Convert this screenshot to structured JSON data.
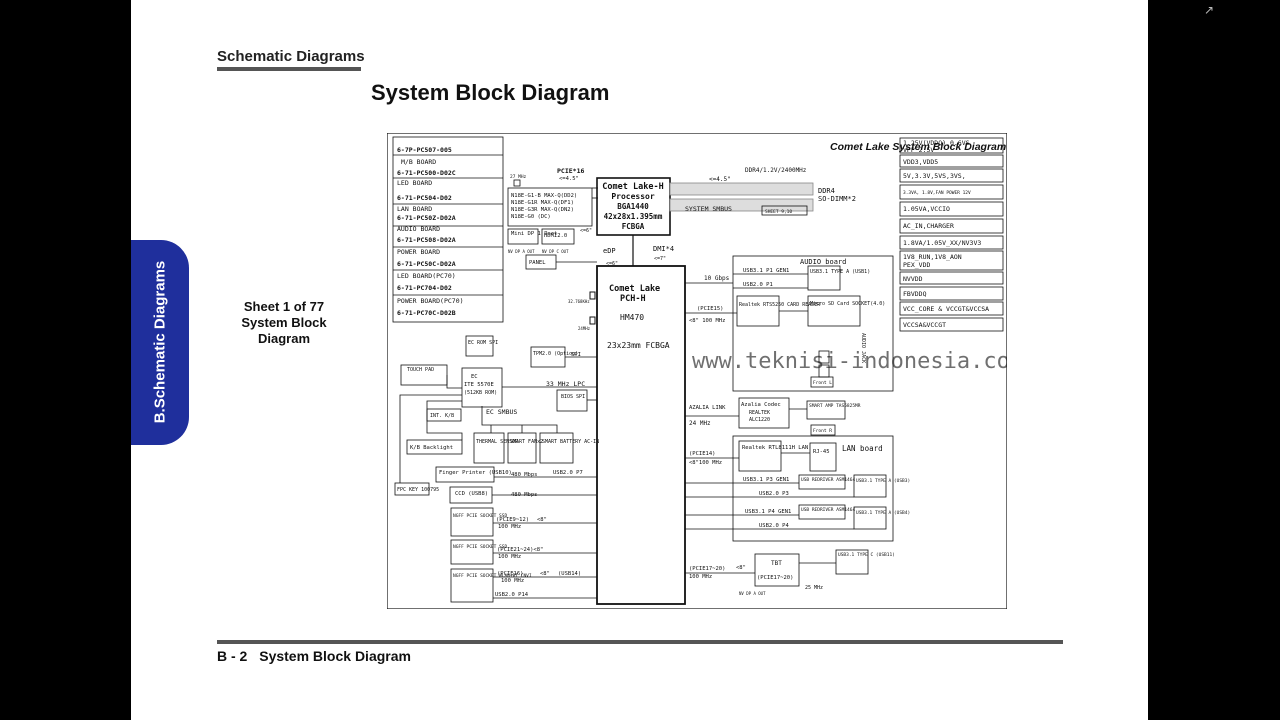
{
  "page": {
    "section_header": "Schematic  Diagrams",
    "title": "System Block Diagram",
    "side_tab": "B.Schematic Diagrams",
    "sheet": [
      "Sheet 1 of 77",
      "System Block",
      "Diagram"
    ],
    "footer_page": "B - 2",
    "footer_title": "System Block Diagram",
    "expand_icon": "↗"
  },
  "diagram": {
    "title": "Comet Lake System Block Diagram",
    "watermark": "www.teknisi-indonesia.com",
    "boards": [
      {
        "name": "6-7P-PC507-005",
        "sub": ""
      },
      {
        "name": "M/B BOARD",
        "sub": "6-71-PC500-D02C"
      },
      {
        "name": "LED BOARD",
        "sub": "6-71-PC504-D02"
      },
      {
        "name": "LAN BOARD",
        "sub": "6-71-PC50Z-D02A"
      },
      {
        "name": "AUDIO BOARD",
        "sub": "6-71-PC508-D02A"
      },
      {
        "name": "POWER BOARD",
        "sub": "6-71-PC50C-D02A"
      },
      {
        "name": "LED BOARD(PC70)",
        "sub": "6-71-PC704-D02"
      },
      {
        "name": "POWER BOARD(PC70)",
        "sub": "6-71-PC70C-D02B"
      }
    ],
    "power_rails": [
      "1.25V(VDDQ),0.6VS",
      "VDD3,VDD5",
      "5V,3.3V,5VS,3VS,",
      "3.3VA, 1.8V,FAN POWER 12V",
      "1.05VA,VCCIO",
      "AC_IN,CHARGER",
      "1.8VA/1.05V_XX/NV3V3",
      "1V8_RUN,1V8_AON",
      "NVVDD",
      "FBVDDQ",
      "VCC_CORE & VCCGT&VCCSA",
      "VCCSA&VCCGT"
    ],
    "power_extra": {
      "vpp": "VPP 2.5V",
      "pex": "PEX_VDD"
    },
    "cpu": {
      "lines": [
        "Comet Lake-H",
        "Processor",
        "BGA1440",
        "42x28x1.395mm",
        "FCBGA"
      ]
    },
    "pch": {
      "lines": [
        "Comet Lake",
        "PCH-H",
        "HM470",
        "23x23mm FCBGA"
      ]
    },
    "gpu": {
      "lines": [
        "N18E-G1-B MAX-Q(DD2)",
        "N18E-G1R MAX-Q(DF1)",
        "N18E-G3R MAX-Q(DN2)",
        "N18E-G0 (DC)"
      ]
    },
    "ddr": {
      "line1": "DDR4",
      "line2": "SO-DIMM*2",
      "spec": "DDR4/1.2V/2400MHz",
      "width": "<=4.5\"",
      "sheet": "SHEET 9,10"
    },
    "labels": {
      "pcie16": "PCIE*16",
      "w45": "<=4.5\"",
      "sys_smbus": "SYSTEM SMBUS",
      "mhz27": "27 MHz",
      "w6a": "<=6\"",
      "w6b": "<=6\"",
      "w7": "<=7\"",
      "edp": "eDP",
      "dmi": "DMI*4",
      "mini_dp": "Mini DP 1 Port",
      "hdmi": "HDMI2.0",
      "nv_dp": "NV DP A OUT",
      "nv_dpc": "NV DP C OUT",
      "panel": "PANEL",
      "x32": "32.768KHz",
      "x24": "24MHz",
      "spi": "SPI",
      "lpc": "33 MHz LPC",
      "ec_smbus": "EC SMBUS",
      "tpm": "TPM2.0 (Option)",
      "bios": "BIOS SPI",
      "ec_rom": "EC ROM SPI",
      "ec": "EC",
      "ec_chip": "ITE 5570E",
      "ec_rom_size": "(512KB ROM)",
      "touchpad": "TOUCH PAD",
      "intkb": "INT. K/B",
      "kb_bl": "K/B Backlight",
      "thermal": "THERMAL SENSOR",
      "fan": "SMART FANx2",
      "battery": "SMART BATTERY AC-IN",
      "fp": "Finger Printer (USB10)",
      "fp_spd": "480 Mbps",
      "usb_p7": "USB2.0 P7",
      "fpc_key": "FPC KEY 100795",
      "ccd": "CCD (USB8)",
      "ccd_spd": "480 Mbps",
      "ngff1": "NGFF PCIE SOCKET SSD",
      "ngff1_bus": "(PCIE9~12)",
      "ngff1_len": "<8\"",
      "ngff1_spd": "100 MHz",
      "ngff2": "NGFF PCIE SOCKET SSD",
      "ngff2_bus": "(PCIE21~24)<8\"",
      "ngff2_spd": "100 MHz",
      "ngff3": "NGFF PCIE SOCKET WLAN+BT CNVI",
      "ngff3_bus": "(PCIE16)",
      "ngff3_len": "<8\"",
      "ngff3_usb": "(USB14)",
      "ngff3_spd": "100 MHz",
      "usb_p14": "USB2.0 P14",
      "gbps": "10 Gbps",
      "usb31_gen1": "USB3.1 P1 GEN1",
      "usb_p1": "USB2.0 P1",
      "pcie15": "(PCIE15)",
      "pcie15_len": "<8\" 100 MHz",
      "azalia": "AZALIA LINK",
      "azalia_spd": "24 MHz",
      "pcie14": "(PCIE14)",
      "pcie14_len": "<8\"100 MHz",
      "usb31_p3": "USB3.1 P3 GEN1",
      "usb_p3": "USB2.0 P3",
      "usb31_p4": "USB3.1 P4 GEN1",
      "usb_p4": "USB2.0 P4",
      "pcie17": "(PCIE17~20)",
      "pcie17_len": "<8\"",
      "pcie17_spd": "100 MHz",
      "nv_dp_a": "NV DP A OUT",
      "mhz25": "25 MHz"
    },
    "audio_board": {
      "title": "AUDIO board",
      "usb_a": "USB3.1 TYPE A (USB1)",
      "realtek": "Realtek RTS5250 CARD READER",
      "sd": "Micro SD Card SOCKET(4.0)",
      "jack": "AUDIO JACK",
      "front": "Front L"
    },
    "codec": {
      "title": "Azalia Codec",
      "vendor": "REALTEK",
      "chip": "ALC1220",
      "amp": "SMART AMP TAS5825MR",
      "front_r": "Front R"
    },
    "lan_board": {
      "title": "LAN board",
      "chip": "Realtek RTL8111H LAN",
      "rj45": "RJ-45",
      "redriver1": "USB REDRIVER ASM1464",
      "usb3": "USB3.1 TYPE A (USB3)",
      "redriver2": "USB REDRIVER ASM1464",
      "usb4": "USB3.1 TYPE A (USB4)"
    },
    "tbt": {
      "title": "TBT",
      "sub": "(PCIE17~20)",
      "usbc": "USB3.1 TYPE C (USB11)"
    }
  }
}
